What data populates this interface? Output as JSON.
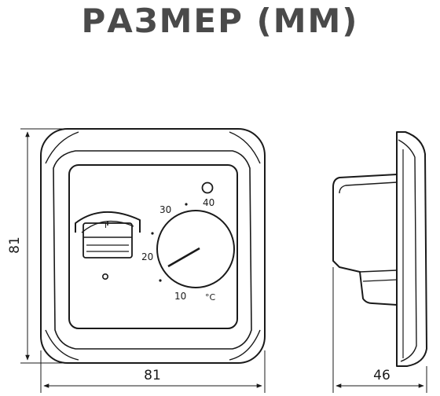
{
  "title": "РАЗМЕР (ММ)",
  "colors": {
    "stroke": "#1a1a1a",
    "title": "#4a4a4a",
    "background": "#ffffff"
  },
  "dimensions": {
    "height": "81",
    "width": "81",
    "depth": "46"
  },
  "dial": {
    "scale": [
      "10",
      "20",
      "30",
      "40"
    ],
    "unit": "°C"
  },
  "switch": {
    "on_mark": "I"
  }
}
